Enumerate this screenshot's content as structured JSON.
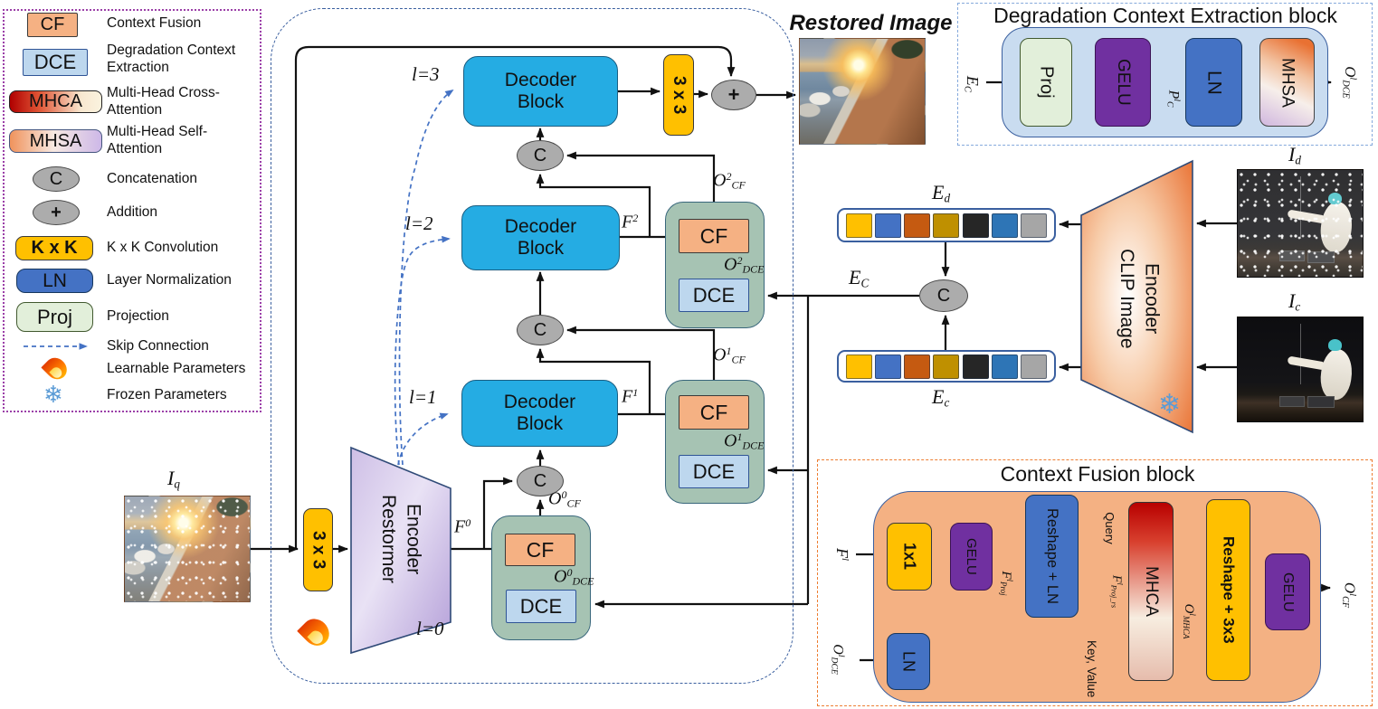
{
  "legend": {
    "items": [
      {
        "symbol": "CF",
        "label": "Context Fusion"
      },
      {
        "symbol": "DCE",
        "label": "Degradation Context Extraction"
      },
      {
        "symbol": "MHCA",
        "label": "Multi-Head Cross-Attention"
      },
      {
        "symbol": "MHSA",
        "label": "Multi-Head Self-Attention"
      },
      {
        "symbol": "C",
        "label": "Concatenation"
      },
      {
        "symbol": "+",
        "label": "Addition"
      },
      {
        "symbol": "K x K",
        "label": "K x K Convolution"
      },
      {
        "symbol": "LN",
        "label": "Layer Normalization"
      },
      {
        "symbol": "Proj",
        "label": "Projection"
      },
      {
        "symbol": "skip-arrow",
        "label": "Skip Connection"
      },
      {
        "symbol": "flame",
        "label": "Learnable Parameters"
      },
      {
        "symbol": "❄",
        "label": "Frozen Parameters"
      }
    ]
  },
  "main": {
    "restored_title": "Restored Image",
    "input_label": "I_{q}",
    "conv": "3 x 3",
    "encoder_label": "Restormer Encoder",
    "decoder_label": "Decoder Block",
    "cf": "CF",
    "dce": "DCE",
    "concat": "C",
    "add": "+",
    "levels": {
      "l0": "l=0",
      "l1": "l=1",
      "l2": "l=2",
      "l3": "l=3"
    },
    "features": {
      "f0": "F^{0}",
      "f1": "F^{1}",
      "f2": "F^{2}"
    },
    "o_cf": {
      "l0": "O^{0}_{CF}",
      "l1": "O^{1}_{CF}",
      "l2": "O^{2}_{CF}"
    },
    "o_dce": {
      "l0": "O^{0}_{DCE}",
      "l1": "O^{1}_{DCE}",
      "l2": "O^{2}_{DCE}"
    }
  },
  "clip": {
    "encoder_label": "CLIP Image Encoder",
    "concat": "C",
    "snowflake": "❄",
    "e_d": "E_{d}",
    "e_c": "E_{c}",
    "e_context": "E_{C}",
    "i_d": "I_{d}",
    "i_c": "I_{c}",
    "token_colors": [
      "#FFC000",
      "#4472C4",
      "#C55A11",
      "#BF9000",
      "#262626",
      "#2E75B6",
      "#A6A6A6"
    ]
  },
  "dce_block": {
    "title": "Degradation Context Extraction block",
    "input_label": "E_{C}",
    "proj": "Proj",
    "gelu": "GELU",
    "ln": "LN",
    "mhsa": "MHSA",
    "mid_label": "P^{l}_{C}",
    "output_label": "O^{l}_{DCE}"
  },
  "cf_block": {
    "title": "Context Fusion block",
    "f_in": "F^{l}",
    "o_dce_in": "O^{l}_{DCE}",
    "conv1": "1x1",
    "gelu1": "GELU",
    "reshape_ln": "Reshape + LN",
    "ln": "LN",
    "mhca": "MHCA",
    "reshape_conv": "Reshape + 3x3",
    "gelu2": "GELU",
    "f_proj": "F^{l}_{Proj}",
    "query": "Query",
    "f_proj_rs": "F^{l}_{Proj_rs}",
    "key_value": "Key, Value",
    "o_mhca": "O^{l}_{MHCA}",
    "o_cf": "O^{l}_{CF}"
  }
}
